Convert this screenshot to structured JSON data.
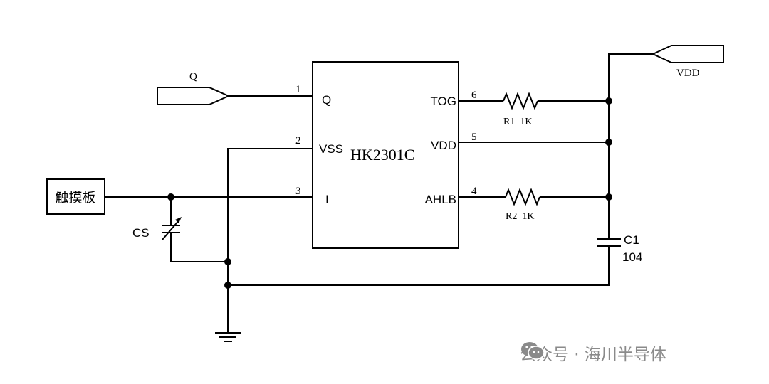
{
  "ic": {
    "name": "HK2301C",
    "pins": [
      {
        "num": "1",
        "label": "Q"
      },
      {
        "num": "2",
        "label": "VSS"
      },
      {
        "num": "3",
        "label": "I"
      },
      {
        "num": "6",
        "label": "TOG"
      },
      {
        "num": "5",
        "label": "VDD"
      },
      {
        "num": "4",
        "label": "AHLB"
      }
    ]
  },
  "ports": {
    "q": "Q",
    "vdd": "VDD"
  },
  "touch_pad": "触摸板",
  "cs": "CS",
  "resistors": [
    {
      "label": "R1  1K"
    },
    {
      "label": "R2  1K"
    }
  ],
  "capacitor": {
    "name": "C1",
    "value": "104"
  },
  "watermark": {
    "text": "公众号 · 海川半导体",
    "icon": "wechat-icon"
  }
}
